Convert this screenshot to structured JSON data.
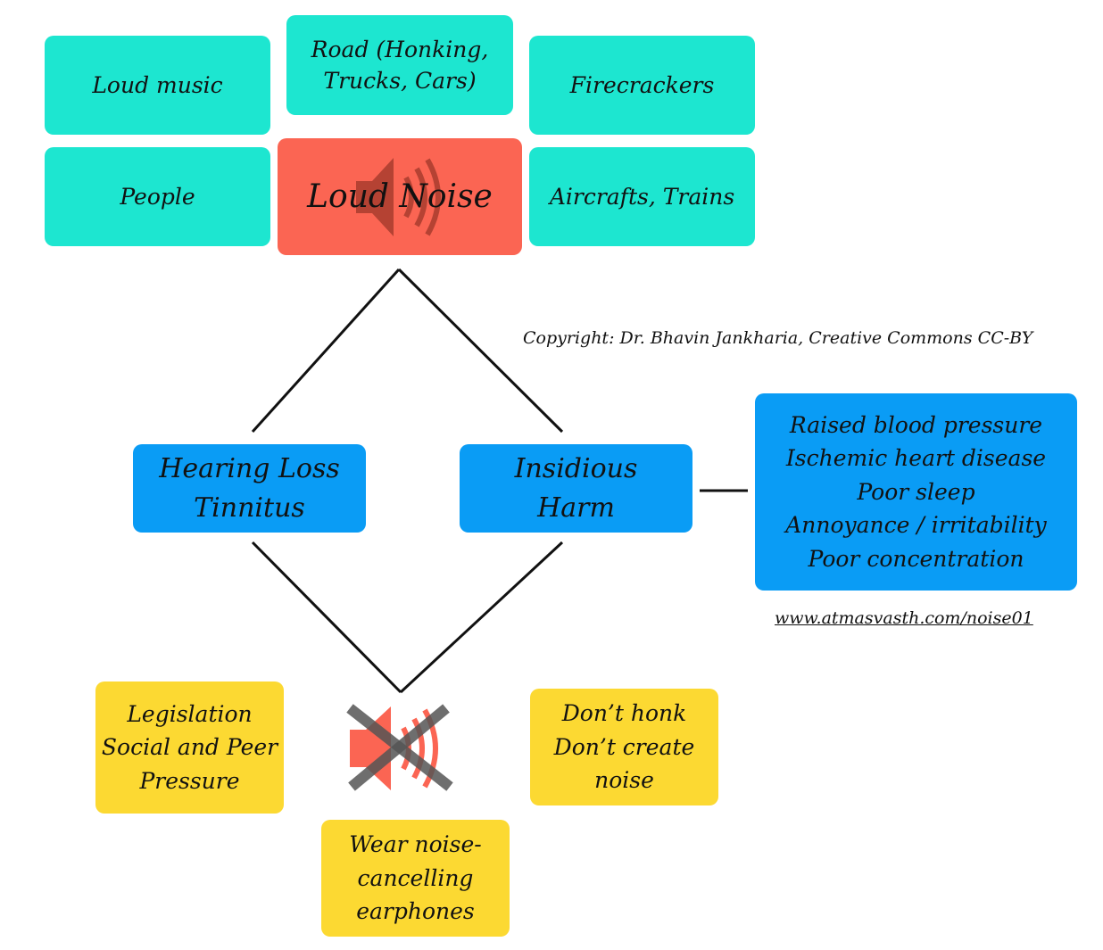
{
  "sources": {
    "loud_music": "Loud music",
    "road": "Road (Honking,\nTrucks, Cars)",
    "firecrackers": "Firecrackers",
    "people": "People",
    "aircrafts": "Aircrafts, Trains"
  },
  "center": {
    "title": "Loud Noise",
    "icon": "speaker-icon"
  },
  "effects": {
    "hearing": "Hearing Loss\nTinnitus",
    "insidious": "Insidious\nHarm",
    "harm_details": "Raised blood pressure\nIschemic heart disease\nPoor sleep\nAnnoyance / irritability\nPoor concentration"
  },
  "copyright": "Copyright: Dr. Bhavin Jankharia, Creative Commons CC-BY",
  "url": "www.atmasvasth.com/noise01",
  "solutions": {
    "legislation": "Legislation\nSocial and Peer\nPressure",
    "dont_honk": "Don’t honk\nDon’t create\nnoise",
    "earphones": "Wear noise-\ncancelling\nearphones",
    "icon": "muted-speaker-icon"
  },
  "colors": {
    "teal": "#1de6d0",
    "red": "#fb6553",
    "blue": "#0a9cf5",
    "yellow": "#fcd932"
  }
}
